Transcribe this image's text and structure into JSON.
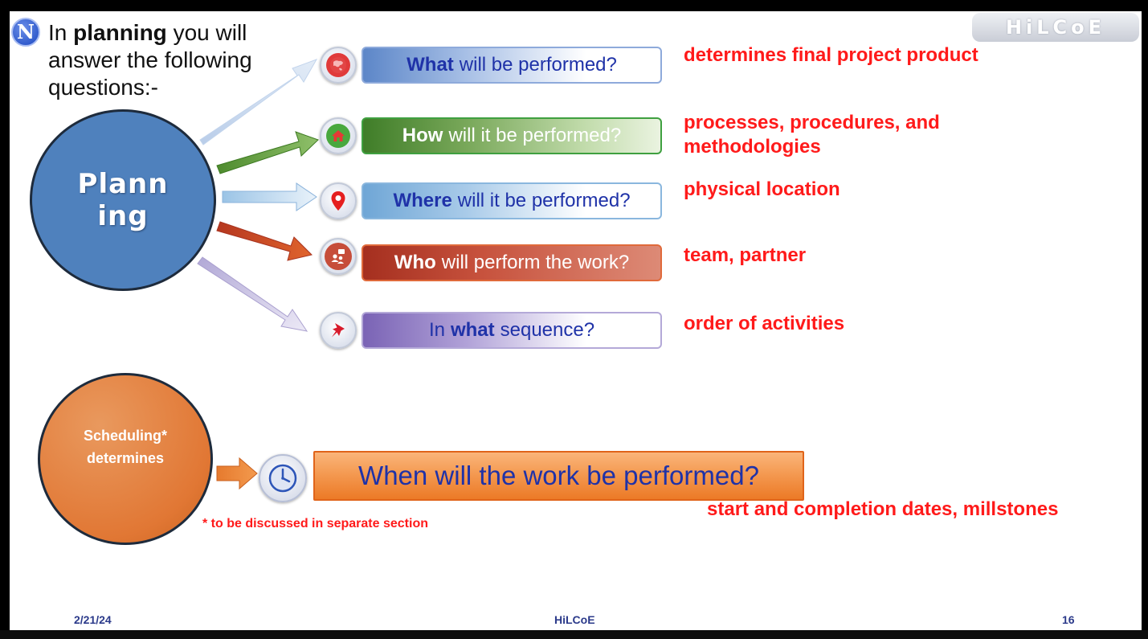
{
  "logo": {
    "left_mark": "N",
    "right_text": "HiLCoE"
  },
  "intro": {
    "prefix": "In",
    "bold": "planning",
    "suffix": "you will answer the following questions:-"
  },
  "planning_circle": {
    "label": "Plann ing",
    "color": "#4f81bd"
  },
  "questions": [
    {
      "bold": "What",
      "rest": "will be performed?",
      "answer": "determines final project product",
      "icon": "globe-asia-icon",
      "color": "#5c86c8"
    },
    {
      "bold": "How",
      "rest": "will it be performed?",
      "answer": "processes, procedures, and methodologies",
      "icon": "home-icon",
      "color": "#3f7d28"
    },
    {
      "bold": "Where",
      "rest": "will it be performed?",
      "answer": "physical location",
      "icon": "map-pin-icon",
      "color": "#6fa6d6"
    },
    {
      "bold": "Who",
      "rest": "will perform the work?",
      "answer": "team, partner",
      "icon": "team-chat-icon",
      "color": "#a52f1f"
    },
    {
      "prefix": "In",
      "bold": "what",
      "rest": "sequence?",
      "answer": "order of activities",
      "icon": "pushpin-icon",
      "color": "#7a63b5"
    }
  ],
  "scheduling": {
    "label": "Scheduling* determines",
    "question": "When will the work be performed?",
    "answer": "start and completion dates, millstones",
    "footnote": "* to be discussed in separate section",
    "icon": "clock-icon",
    "color": "#e17734"
  },
  "footer": {
    "date": "2/21/24",
    "org": "HiLCoE",
    "page": "16"
  },
  "colors": {
    "answer_red": "#ff1a1a",
    "question_blue": "#1f32a8"
  }
}
